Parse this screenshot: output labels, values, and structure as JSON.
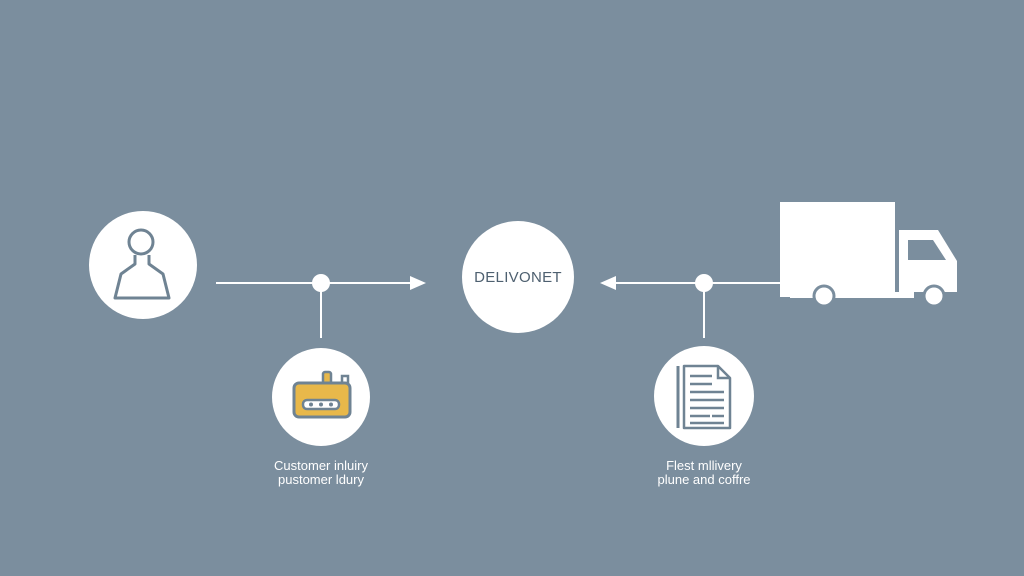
{
  "hub": {
    "label": "DELIVONET"
  },
  "left_branch": {
    "caption_line1": "Customer inluiry",
    "caption_line2": "pustomer ldury",
    "icon": "payment-card-icon",
    "icon_color": "#e8b84a"
  },
  "right_branch": {
    "caption_line1": "Flest mllivery",
    "caption_line2": "plune and coffre",
    "icon": "document-icon"
  },
  "nodes": {
    "customer_icon": "person-icon",
    "truck_icon": "delivery-truck-icon"
  },
  "colors": {
    "background": "#7b8e9e",
    "node_fill": "#ffffff",
    "connector": "#ffffff",
    "icon_stroke": "#6f8393",
    "accent": "#e8b84a"
  }
}
